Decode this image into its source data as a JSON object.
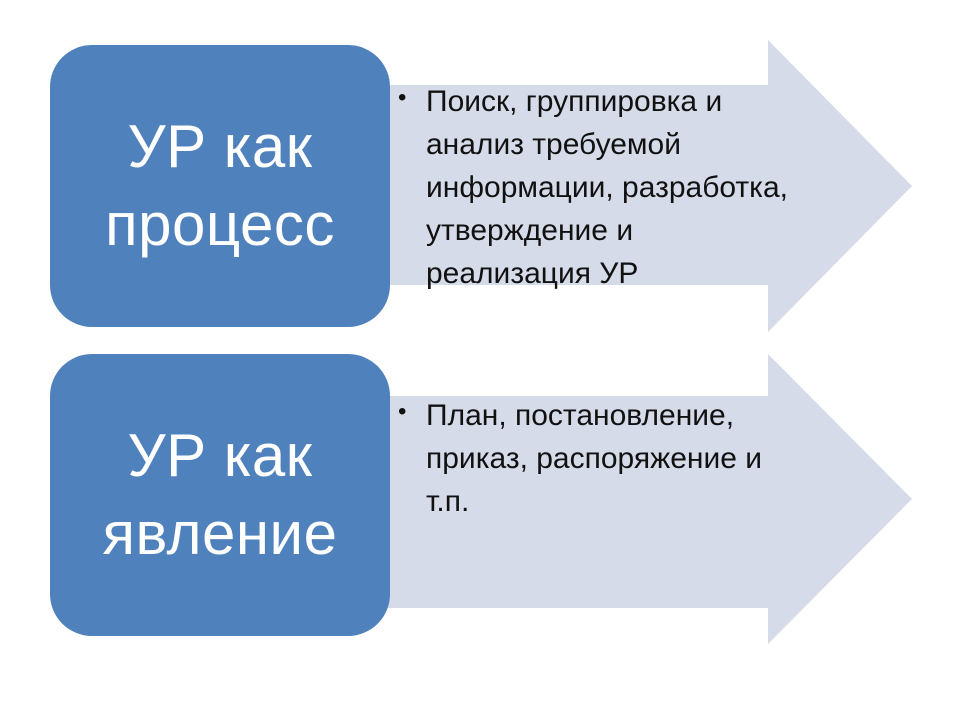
{
  "colors": {
    "box_fill": "#4f81bd",
    "arrow_fill": "#d5dbe8",
    "text": "#111111",
    "box_text": "#ffffff"
  },
  "rows": [
    {
      "box_label": "УР как процесс",
      "bullet_symbol": "•",
      "bullet_text": "Поиск, группировка и анализ требуемой информации, разработка, утверждение и реализация УР"
    },
    {
      "box_label": "УР как явление",
      "bullet_symbol": "•",
      "bullet_text": "План, постановление, приказ, распоряжение и т.п."
    }
  ]
}
